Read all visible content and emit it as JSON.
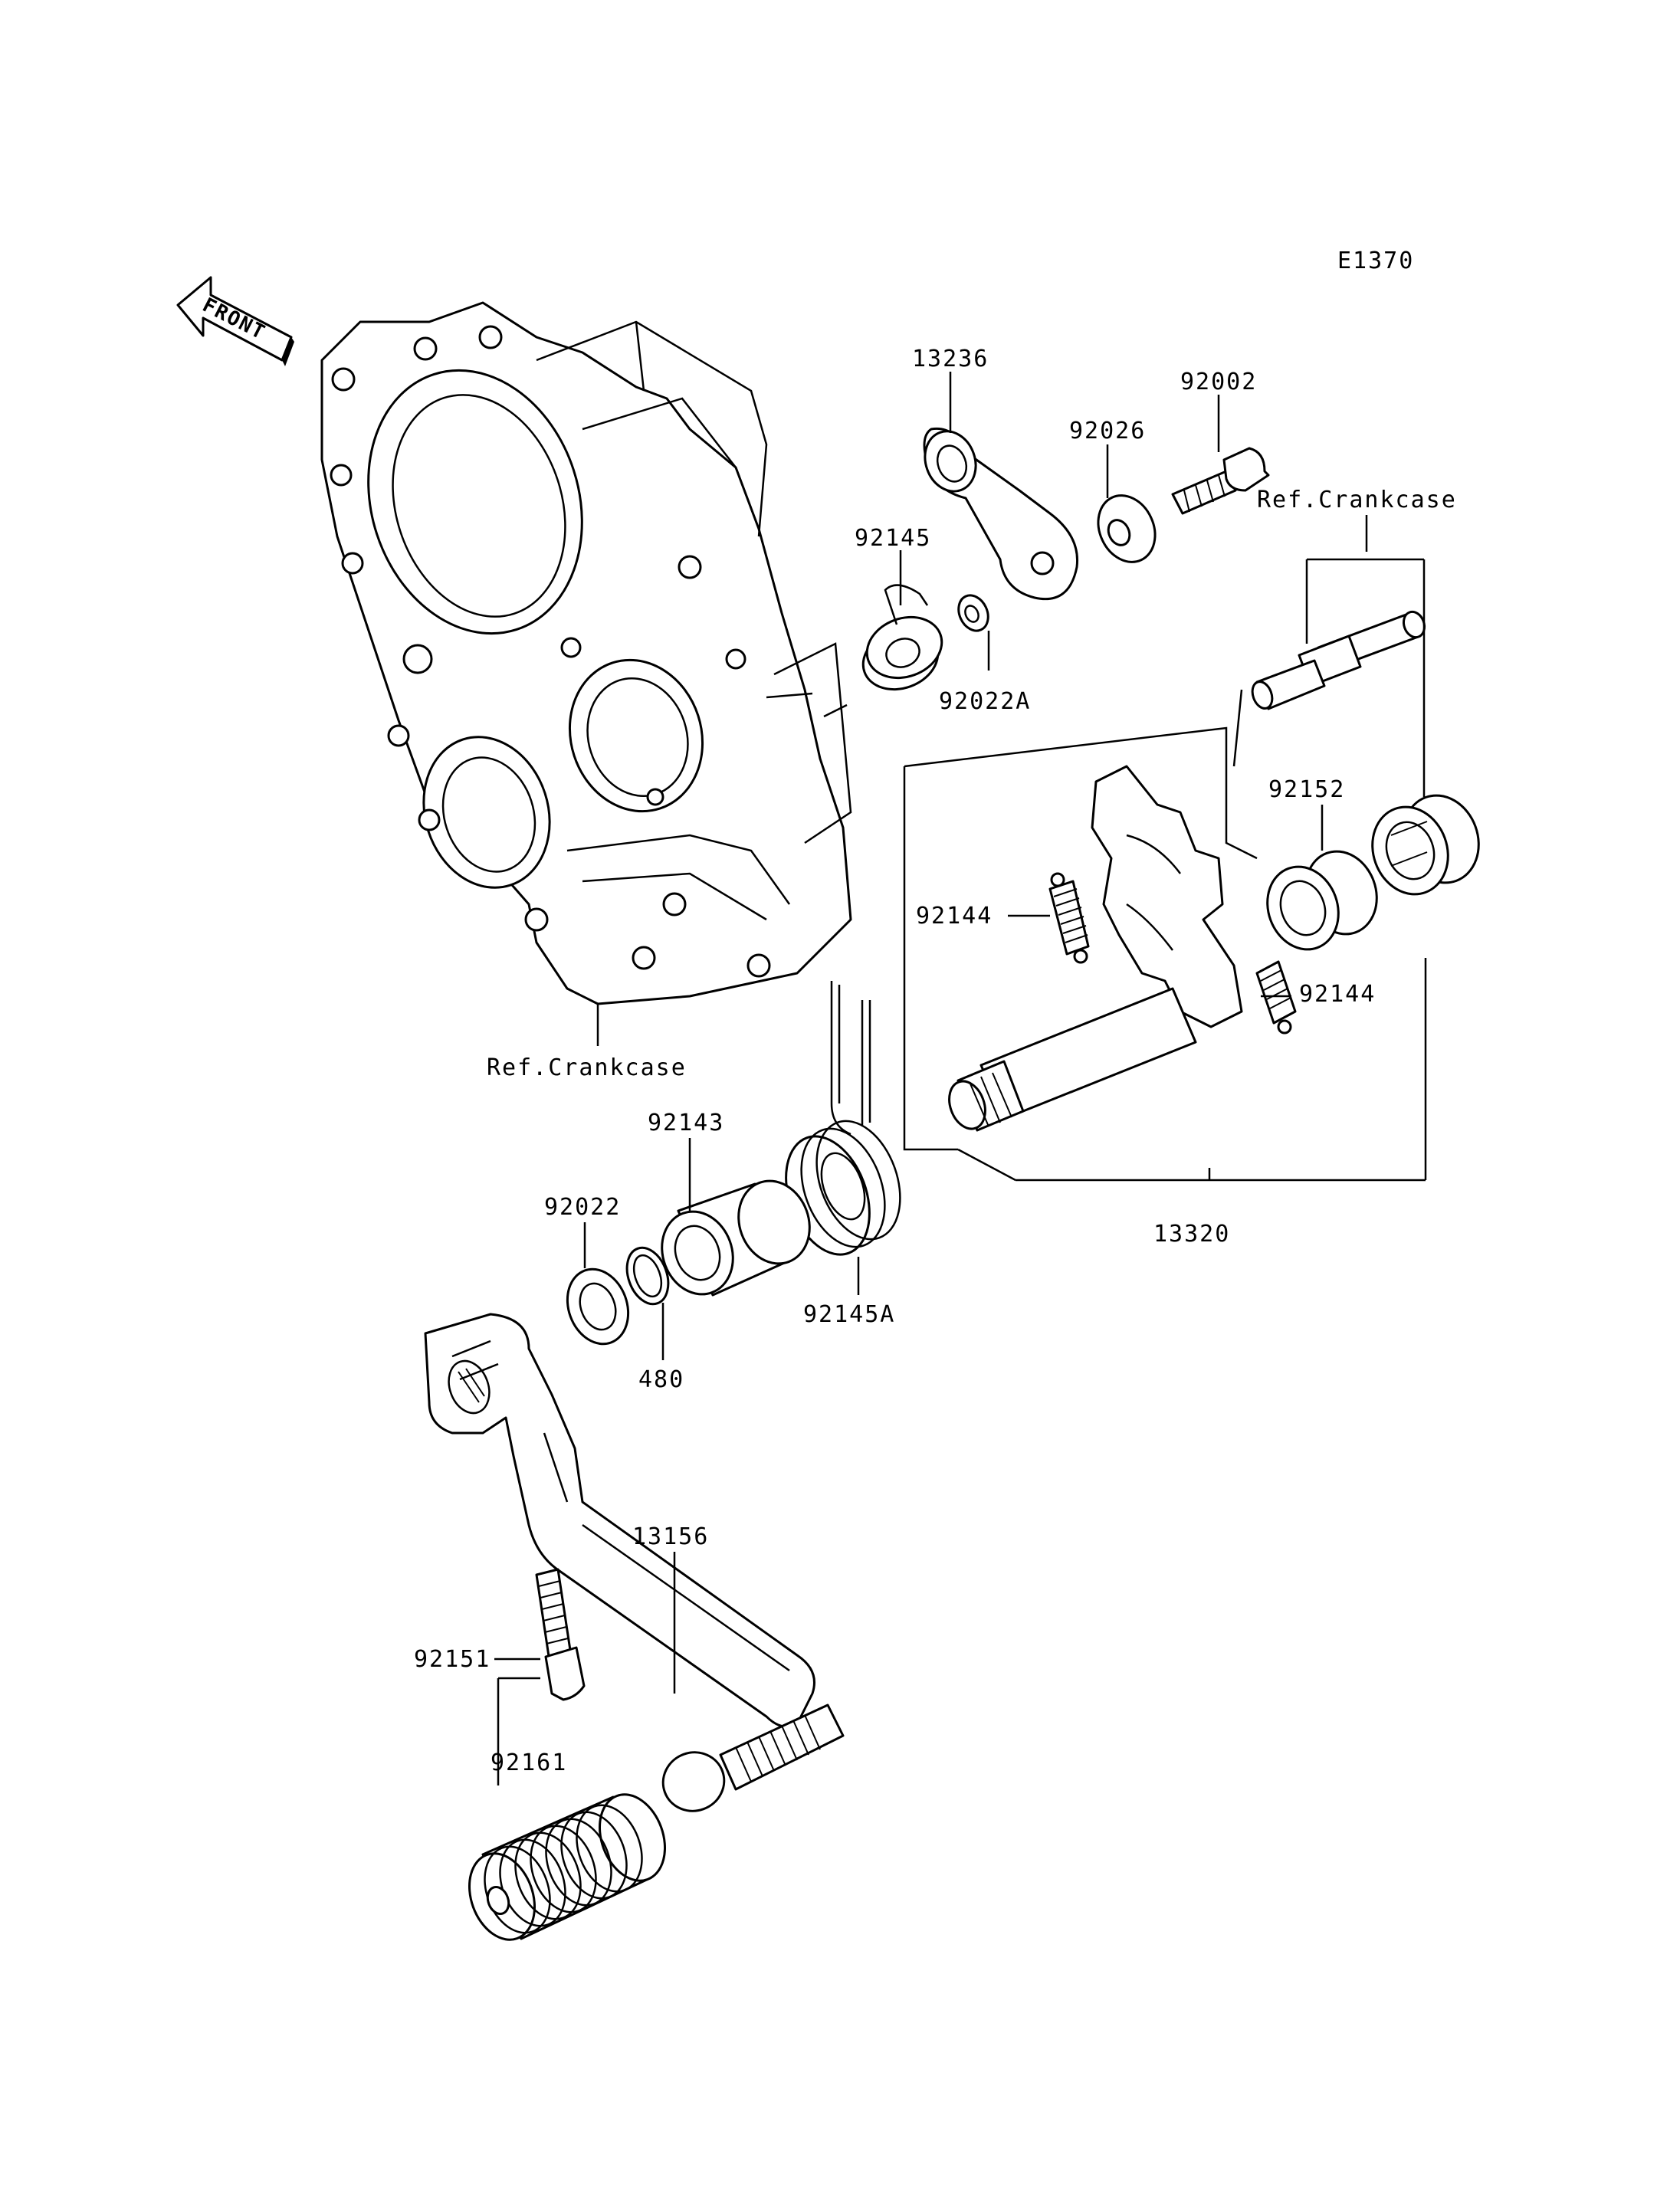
{
  "diagram_code": "E1370",
  "front_arrow_label": "FRONT",
  "callouts": {
    "p13236": "13236",
    "p92002": "92002",
    "p92026": "92026",
    "ref_crankcase_top": "Ref.Crankcase",
    "p92145": "92145",
    "p92022A": "92022A",
    "p92152": "92152",
    "p92144_left": "92144",
    "p92144_right": "92144",
    "ref_crankcase_bottom": "Ref.Crankcase",
    "p92143": "92143",
    "p92022": "92022",
    "p92145A": "92145A",
    "p13320": "13320",
    "p480": "480",
    "p13156": "13156",
    "p92151": "92151",
    "p92161": "92161"
  }
}
